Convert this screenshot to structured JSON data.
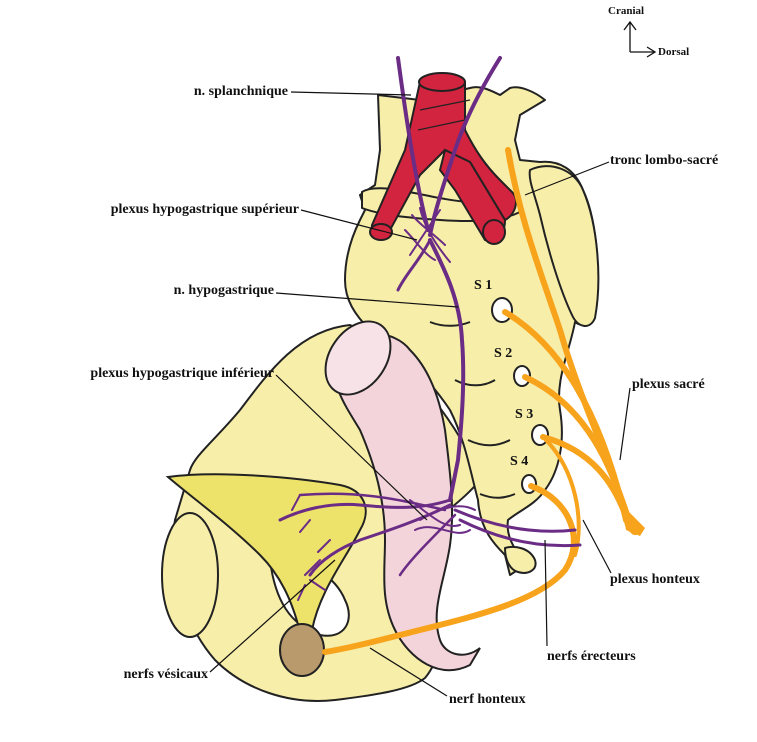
{
  "orientation": {
    "up": "Cranial",
    "right": "Dorsal"
  },
  "labels": {
    "splanchnique": "n. splanchnique",
    "hypo_sup": "plexus hypogastrique supérieur",
    "hypogastrique": "n. hypogastrique",
    "hypo_inf": "plexus hypogastrique inférieur",
    "vesicaux": "nerfs vésicaux",
    "tronc": "tronc lombo-sacré",
    "sacre": "plexus sacré",
    "honteux_plexus": "plexus honteux",
    "erecteurs": "nerfs érecteurs",
    "honteux_nerf": "nerf honteux"
  },
  "foramina": {
    "s1": "S 1",
    "s2": "S 2",
    "s3": "S 3",
    "s4": "S 4"
  },
  "colors": {
    "bone": "#f7eeaa",
    "vessel": "#d2233f",
    "nerve": "#6b2c86",
    "sacral_nerve": "#f7a31b",
    "pink_tissue": "#f2d4da",
    "bladder": "#ede36a",
    "outline": "#222222"
  }
}
